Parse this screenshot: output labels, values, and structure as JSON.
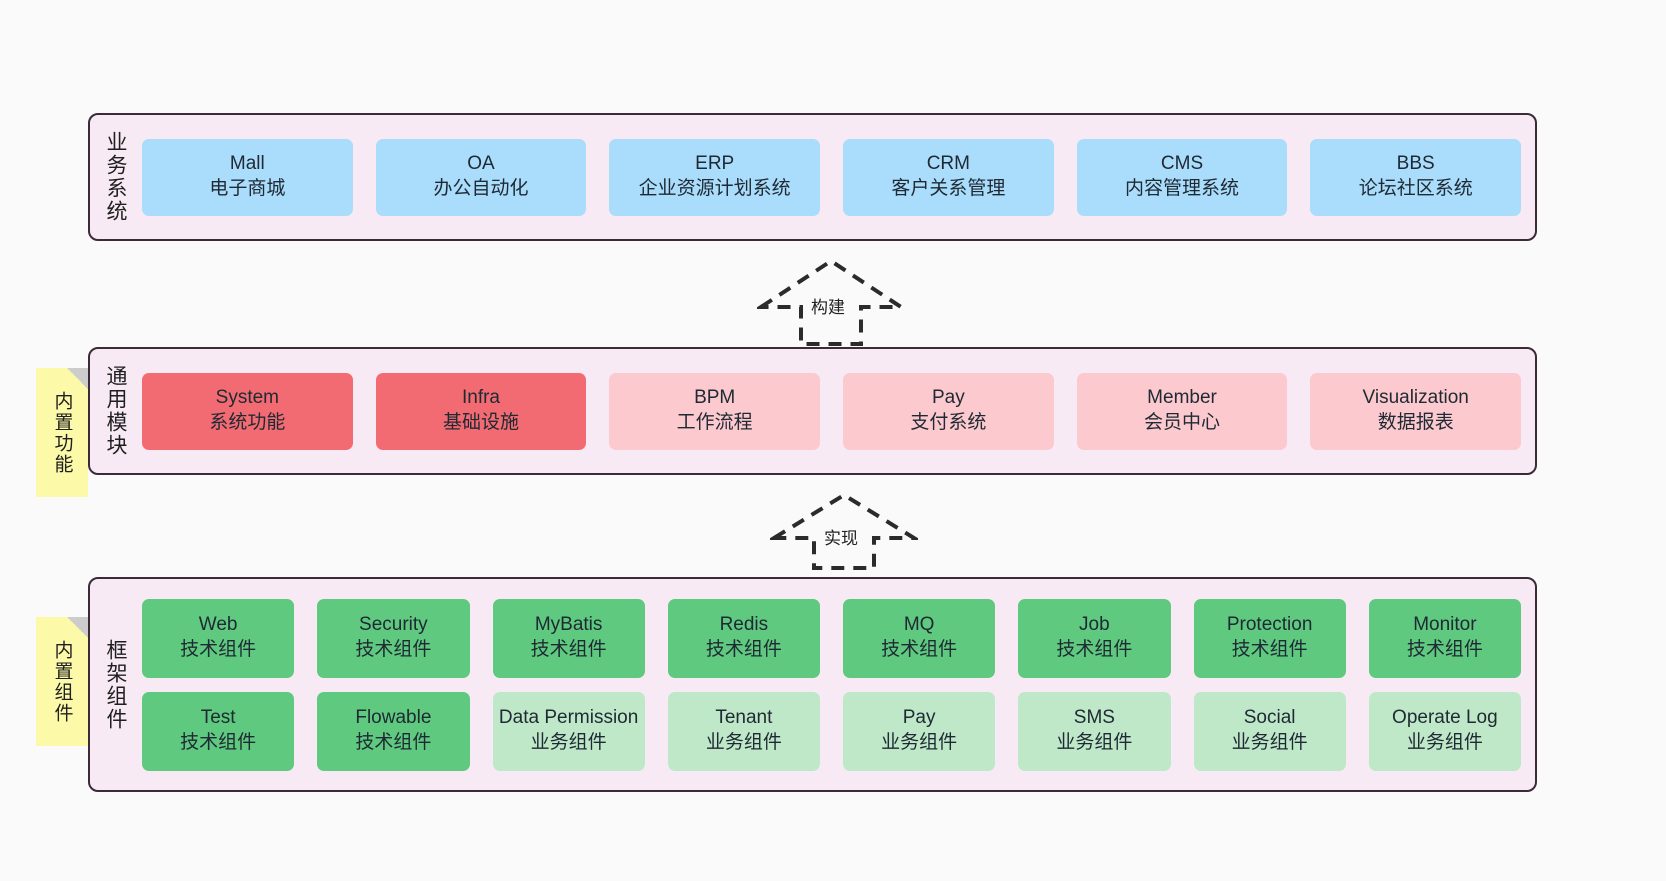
{
  "diagram": {
    "background_color": "#fafafa",
    "layer_fill": "#f8eaf4",
    "layer_border": "#3b2b37",
    "note_fill": "#fcfaa8",
    "colors": {
      "blue": "#aadcfb",
      "red": "#f26b72",
      "pink": "#fbc9ce",
      "green": "#5ec97f",
      "green_light": "#bfe8c9"
    }
  },
  "notes": [
    {
      "text": "内置功能"
    },
    {
      "text": "内置组件"
    }
  ],
  "connectors": [
    {
      "label": "构建",
      "style": "dashed-hollow-arrow-up"
    },
    {
      "label": "实现",
      "style": "dashed-hollow-arrow-up"
    }
  ],
  "layers": [
    {
      "title": "业务系统",
      "rows": [
        {
          "cards": [
            {
              "name": "Mall",
              "sub": "电子商城",
              "color": "blue"
            },
            {
              "name": "OA",
              "sub": "办公自动化",
              "color": "blue"
            },
            {
              "name": "ERP",
              "sub": "企业资源计划系统",
              "color": "blue"
            },
            {
              "name": "CRM",
              "sub": "客户关系管理",
              "color": "blue"
            },
            {
              "name": "CMS",
              "sub": "内容管理系统",
              "color": "blue"
            },
            {
              "name": "BBS",
              "sub": "论坛社区系统",
              "color": "blue"
            }
          ]
        }
      ]
    },
    {
      "title": "通用模块",
      "rows": [
        {
          "cards": [
            {
              "name": "System",
              "sub": "系统功能",
              "color": "red"
            },
            {
              "name": "Infra",
              "sub": "基础设施",
              "color": "red"
            },
            {
              "name": "BPM",
              "sub": "工作流程",
              "color": "pink"
            },
            {
              "name": "Pay",
              "sub": "支付系统",
              "color": "pink"
            },
            {
              "name": "Member",
              "sub": "会员中心",
              "color": "pink"
            },
            {
              "name": "Visualization",
              "sub": "数据报表",
              "color": "pink"
            }
          ]
        }
      ]
    },
    {
      "title": "框架组件",
      "rows": [
        {
          "cards": [
            {
              "name": "Web",
              "sub": "技术组件",
              "color": "green"
            },
            {
              "name": "Security",
              "sub": "技术组件",
              "color": "green"
            },
            {
              "name": "MyBatis",
              "sub": "技术组件",
              "color": "green"
            },
            {
              "name": "Redis",
              "sub": "技术组件",
              "color": "green"
            },
            {
              "name": "MQ",
              "sub": "技术组件",
              "color": "green"
            },
            {
              "name": "Job",
              "sub": "技术组件",
              "color": "green"
            },
            {
              "name": "Protection",
              "sub": "技术组件",
              "color": "green"
            },
            {
              "name": "Monitor",
              "sub": "技术组件",
              "color": "green"
            }
          ]
        },
        {
          "cards": [
            {
              "name": "Test",
              "sub": "技术组件",
              "color": "green"
            },
            {
              "name": "Flowable",
              "sub": "技术组件",
              "color": "green"
            },
            {
              "name": "Data Permission",
              "sub": "业务组件",
              "color": "green_light"
            },
            {
              "name": "Tenant",
              "sub": "业务组件",
              "color": "green_light"
            },
            {
              "name": "Pay",
              "sub": "业务组件",
              "color": "green_light"
            },
            {
              "name": "SMS",
              "sub": "业务组件",
              "color": "green_light"
            },
            {
              "name": "Social",
              "sub": "业务组件",
              "color": "green_light"
            },
            {
              "name": "Operate Log",
              "sub": "业务组件",
              "color": "green_light"
            }
          ]
        }
      ]
    }
  ]
}
